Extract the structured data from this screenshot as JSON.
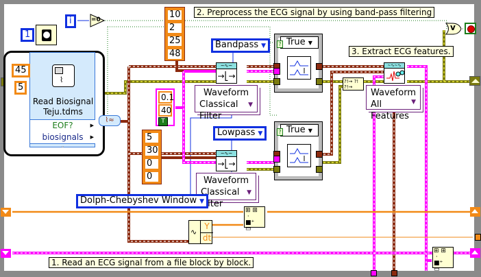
{
  "window": {
    "title": "ECG feature extraction block diagram"
  },
  "comments": {
    "step1": "1. Read an ECG signal from a file block by block.",
    "step2": "2. Preprocess the ECG signal by using band-pass filtering",
    "step3": "3. Extract ECG features."
  },
  "constants": {
    "wait_ms": "1",
    "iteration_terminal": "i",
    "equal_zero": "=0",
    "read_cluster": [
      "45",
      "5"
    ],
    "preprocess_array": [
      "10",
      "2",
      "25",
      "48"
    ],
    "cutoff_array": [
      "0.1",
      "40"
    ],
    "cutoff_bool": "T",
    "lowpass_array": [
      "5",
      "30",
      "0",
      "0"
    ]
  },
  "read_node": {
    "title_line1": "Read Biosignal",
    "title_line2": "Teju.tdms",
    "outputs": [
      "EOF?",
      "biosignals"
    ]
  },
  "filters": {
    "bandpass": {
      "type": "Bandpass",
      "polymorphic": [
        "Waveform",
        "Classical Filter"
      ]
    },
    "lowpass": {
      "type": "Lowpass",
      "polymorphic": [
        "Waveform",
        "Classical Filter"
      ]
    },
    "window": "Dolph-Chebyshev Window"
  },
  "case_structures": [
    {
      "selector": "True"
    },
    {
      "selector": "True"
    }
  ],
  "feature_node": {
    "polymorphic": [
      "Waveform",
      "All Features"
    ]
  },
  "get_waveform": {
    "outputs": [
      "Y",
      "dt"
    ]
  },
  "or_gate": "v",
  "colors": {
    "orange": "#f28a17",
    "pink": "#ff00ff",
    "brown": "#8b2a0f",
    "olive": "#7b7b0f",
    "blue": "#1030e0",
    "green": "#1b7d1b",
    "stop_red": "#e00000"
  }
}
